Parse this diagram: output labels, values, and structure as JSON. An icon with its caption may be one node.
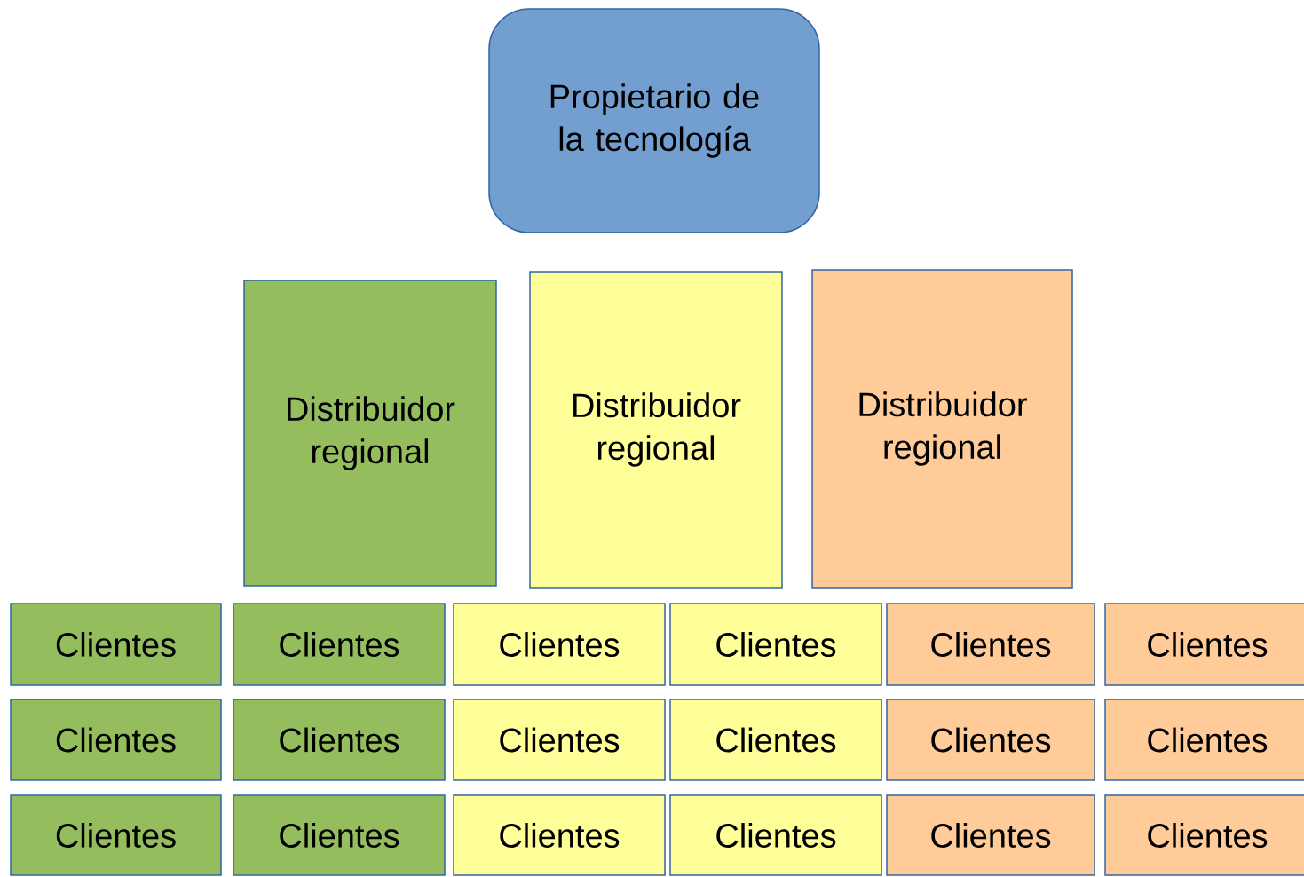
{
  "diagram": {
    "nodes": [
      {
        "text": [
          "Propietario de la tecnología"
        ]
      },
      {
        "text": [
          "Distribuidor regional"
        ]
      },
      {
        "text": [
          "Distribuidor regional"
        ]
      },
      {
        "text": [
          "Distribuidor regional"
        ]
      },
      {
        "text": [
          "Clientes"
        ]
      },
      {
        "text": [
          "Clientes"
        ]
      },
      {
        "text": [
          "Clientes"
        ]
      },
      {
        "text": [
          "Clientes"
        ]
      },
      {
        "text": [
          "Clientes"
        ]
      },
      {
        "text": [
          "Clientes"
        ]
      },
      {
        "text": [
          "Clientes"
        ]
      },
      {
        "text": [
          "Clientes"
        ]
      },
      {
        "text": [
          "Clientes"
        ]
      },
      {
        "text": [
          "Clientes"
        ]
      },
      {
        "text": [
          "Clientes"
        ]
      },
      {
        "text": [
          "Clientes"
        ]
      },
      {
        "text": [
          "Clientes"
        ]
      },
      {
        "text": [
          "Clientes"
        ]
      },
      {
        "text": [
          "Clientes"
        ]
      },
      {
        "text": [
          "Clientes"
        ]
      },
      {
        "text": [
          "Clientes"
        ]
      },
      {
        "text": [
          "Clientes"
        ]
      }
    ]
  }
}
